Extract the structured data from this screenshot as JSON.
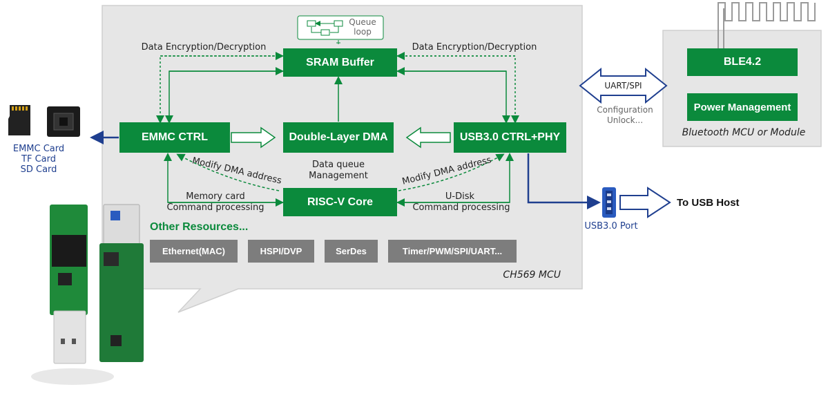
{
  "mcu": {
    "label": "CH569 MCU",
    "queue_loop": "Queue loop",
    "blocks": {
      "sram": "SRAM Buffer",
      "emmc": "EMMC CTRL",
      "dma": "Double-Layer DMA",
      "usb": "USB3.0 CTRL+PHY",
      "riscv": "RISC-V Core"
    },
    "labels": {
      "enc_left": "Data Encryption/Decryption",
      "enc_right": "Data Encryption/Decryption",
      "modify_left": "Modify DMA address",
      "modify_right": "Modify DMA address",
      "data_queue": "Data queue",
      "management": "Management",
      "memcard": "Memory card",
      "cmd_left": "Command processing",
      "udisk": "U-Disk",
      "cmd_right": "Command processing"
    },
    "other_resources_title": "Other Resources...",
    "resources": [
      "Ethernet(MAC)",
      "HSPI/DVP",
      "SerDes",
      "Timer/PWM/SPI/UART..."
    ]
  },
  "cards": [
    "EMMC Card",
    "TF Card",
    "SD Card"
  ],
  "bluetooth": {
    "ble": "BLE4.2",
    "power": "Power Management",
    "caption": "Bluetooth MCU or Module"
  },
  "link": {
    "uart": "UART/SPI",
    "config": "Configuration",
    "unlock": "Unlock..."
  },
  "usb": {
    "port": "USB3.0 Port",
    "host": "To USB Host"
  },
  "colors": {
    "green": "#0b8a3c",
    "panel": "#e6e6e6",
    "blue": "#1f3f8f",
    "gray": "#7d7d7d"
  }
}
